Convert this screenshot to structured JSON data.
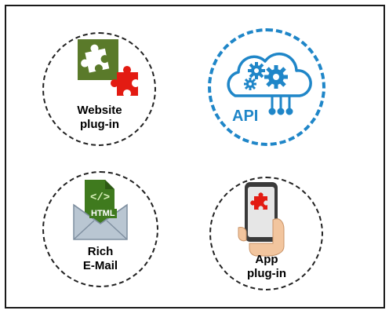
{
  "items": {
    "website": {
      "line1": "Website",
      "line2": "plug-in"
    },
    "api": {
      "label": "API"
    },
    "email": {
      "line1": "Rich",
      "line2": "E-Mail",
      "html_tag": "HTML"
    },
    "app": {
      "line1": "App",
      "line2": "plug-in"
    }
  },
  "colors": {
    "puzzle_green": "#5a7a2a",
    "puzzle_red": "#e31b12",
    "api_blue": "#1f86c8",
    "html_green": "#3f7a1e",
    "envelope_gray": "#b9c6d2",
    "phone_dark": "#3a3a3a",
    "hand_skin": "#f2c59e"
  }
}
